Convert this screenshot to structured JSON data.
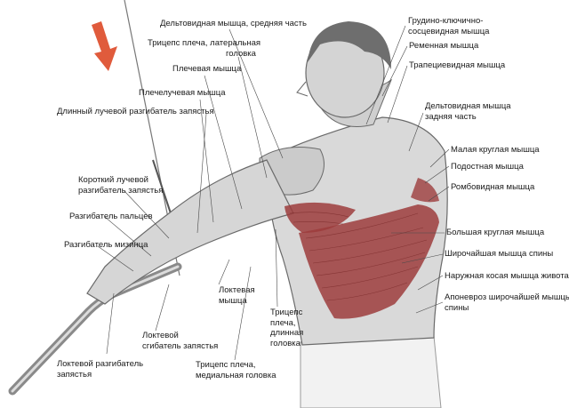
{
  "diagram": {
    "background": "#ffffff",
    "colors": {
      "muscle_highlight": "#9c3c3c",
      "muscle_base": "#d9d9d9",
      "arrow": "#e05b3c",
      "leader_line": "#4a4a4a"
    },
    "icons": [
      "down-arrow-icon",
      "cable-handle-icon"
    ],
    "labels": {
      "deltoid_middle": [
        "Дельтовидная мышца, средняя часть"
      ],
      "triceps_lateral": [
        "Трицепс плеча, латеральная",
        "головка"
      ],
      "brachialis": [
        "Плечевая мышца"
      ],
      "brachioradialis": [
        "Плечелучевая мышца"
      ],
      "ecr_longus": [
        "Длинный лучевой разгибатель запястья"
      ],
      "ecr_brevis": [
        "Короткий лучевой",
        "разгибатель запястья"
      ],
      "ext_digitorum": [
        "Разгибатель пальцев"
      ],
      "ext_digiti_minimi": [
        "Разгибатель мизинца"
      ],
      "ecu": [
        "Локтевой разгибатель",
        "запястья"
      ],
      "fcu": [
        "Локтевой",
        "сгибатель запястья"
      ],
      "anconeus": [
        "Локтевая",
        "мышца"
      ],
      "triceps_long": [
        "Трицепс",
        "плеча,",
        "длинная",
        "головка"
      ],
      "triceps_medial": [
        "Трицепс плеча,",
        "медиальная головка"
      ],
      "sternocleidomastoid": [
        "Грудино-ключично-",
        "сосцевидная мышца"
      ],
      "splenius": [
        "Ременная мышца"
      ],
      "trapezius": [
        "Трапециевидная мышца"
      ],
      "deltoid_posterior": [
        "Дельтовидная мышца",
        "задняя часть"
      ],
      "teres_minor": [
        "Малая круглая мышца"
      ],
      "infraspinatus": [
        "Подостная мышца"
      ],
      "rhomboid": [
        "Ромбовидная мышца"
      ],
      "teres_major": [
        "Большая круглая мышца"
      ],
      "latissimus": [
        "Широчайшая мышца спины"
      ],
      "external_oblique": [
        "Наружная косая мышца живота"
      ],
      "aponeurosis": [
        "Апоневроз широчайшей мышцы",
        "спины"
      ]
    }
  }
}
